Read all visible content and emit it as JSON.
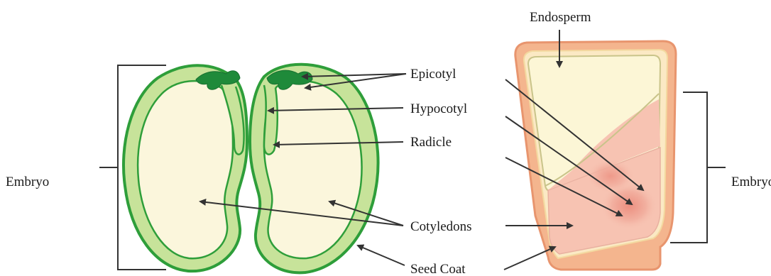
{
  "diagram": {
    "labels": {
      "embryo_left": "Embryo",
      "endosperm": "Endosperm",
      "epicotyl": "Epicotyl",
      "hypocotyl": "Hypocotyl",
      "radicle": "Radicle",
      "cotyledons": "Cotyledons",
      "seed_coat": "Seed Coat",
      "embryo_right": "Embryo"
    },
    "colors": {
      "seed_coat_green": "#2e9e3a",
      "cotyledon_green": "#c7e39a",
      "cotyledon_inner": "#fbf6dc",
      "plumule_green": "#1f8a3a",
      "corn_coat": "#f4b58e",
      "corn_coat_edge": "#e8956e",
      "endosperm_fill": "#fcf6d6",
      "embryo_fill": "#f7c3b2",
      "embryo_glow": "#ee9b8c",
      "arrow": "#333333"
    }
  }
}
